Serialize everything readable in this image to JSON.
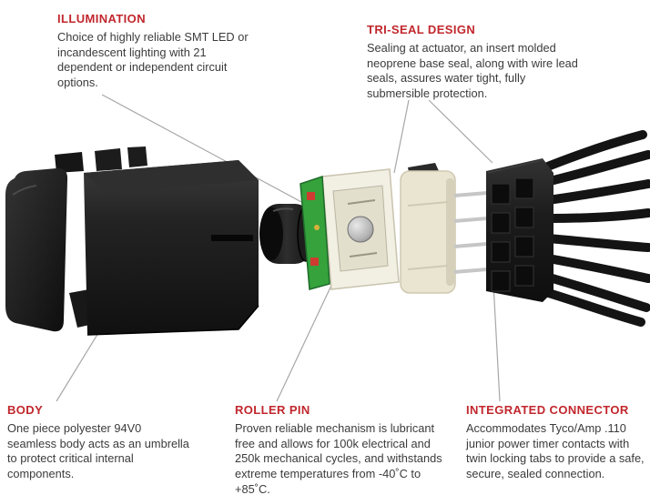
{
  "diagram": {
    "callouts": [
      {
        "id": "illumination",
        "label": "ILLUMINATION",
        "text": "Choice of highly reliable SMT LED or incandescent lighting with 21 dependent or independent circuit options."
      },
      {
        "id": "tri-seal-design",
        "label": "TRI-SEAL DESIGN",
        "text": "Sealing at actuator, an insert molded neoprene base seal, along with wire lead seals, assures water tight, fully submersible protection."
      },
      {
        "id": "body",
        "label": "BODY",
        "text": "One piece polyester 94V0 seamless body acts as an umbrella to protect critical internal components."
      },
      {
        "id": "roller-pin",
        "label": "ROLLER PIN",
        "text": "Proven reliable mechanism is lubricant free and allows for 100k electrical and 250k mechanical cycles, and withstands extreme temperatures from -40˚C to +85˚C."
      },
      {
        "id": "integrated-connector",
        "label": "INTEGRATED CONNECTOR",
        "text": "Accommodates Tyco/Amp .110 junior power timer contacts with twin locking tabs to provide a safe, secure, sealed connection."
      }
    ],
    "colors": {
      "heading_red": "#C1272D",
      "body_text": "#3b3b3b",
      "leader_line": "#A7A7A7",
      "pcb_green": "#35A23C",
      "housing_cream": "#EAE5D1",
      "part_black": "#1F1F1F",
      "background": "#FFFFFF"
    }
  }
}
